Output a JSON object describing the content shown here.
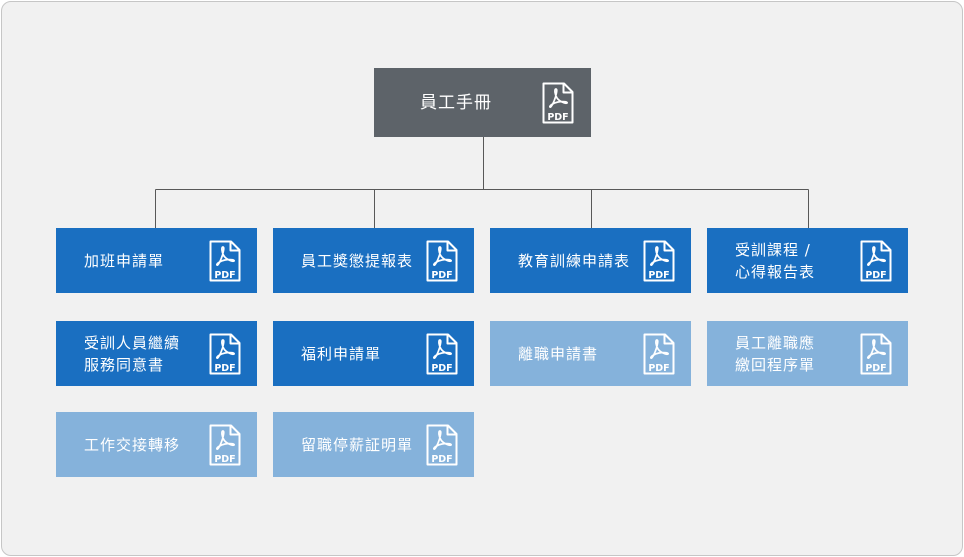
{
  "colors": {
    "root": "#5d6369",
    "available": "#1a6fc1",
    "unavailable": "#85b2db",
    "connector": "#585858",
    "background": "#f1f1f1"
  },
  "root": {
    "label": "員工手冊",
    "icon": "pdf-file-icon",
    "icon_text": "PDF"
  },
  "forms": [
    {
      "lines": [
        "加班申請單"
      ],
      "status": "available",
      "icon": "pdf-file-icon",
      "icon_text": "PDF"
    },
    {
      "lines": [
        "員工獎懲提報表"
      ],
      "status": "available",
      "icon": "pdf-file-icon",
      "icon_text": "PDF"
    },
    {
      "lines": [
        "教育訓練申請表"
      ],
      "status": "available",
      "icon": "pdf-file-icon",
      "icon_text": "PDF"
    },
    {
      "lines": [
        "受訓課程 /",
        "心得報告表"
      ],
      "status": "available",
      "icon": "pdf-file-icon",
      "icon_text": "PDF"
    },
    {
      "lines": [
        "受訓人員繼續",
        "服務同意書"
      ],
      "status": "available",
      "icon": "pdf-file-icon",
      "icon_text": "PDF"
    },
    {
      "lines": [
        "福利申請單"
      ],
      "status": "available",
      "icon": "pdf-file-icon",
      "icon_text": "PDF"
    },
    {
      "lines": [
        "離職申請書"
      ],
      "status": "unavailable",
      "icon": "pdf-file-icon",
      "icon_text": "PDF"
    },
    {
      "lines": [
        "員工離職應",
        "繳回程序單"
      ],
      "status": "unavailable",
      "icon": "pdf-file-icon",
      "icon_text": "PDF"
    },
    {
      "lines": [
        "工作交接轉移"
      ],
      "status": "unavailable",
      "icon": "pdf-file-icon",
      "icon_text": "PDF"
    },
    {
      "lines": [
        "留職停薪証明單"
      ],
      "status": "unavailable",
      "icon": "pdf-file-icon",
      "icon_text": "PDF"
    }
  ]
}
